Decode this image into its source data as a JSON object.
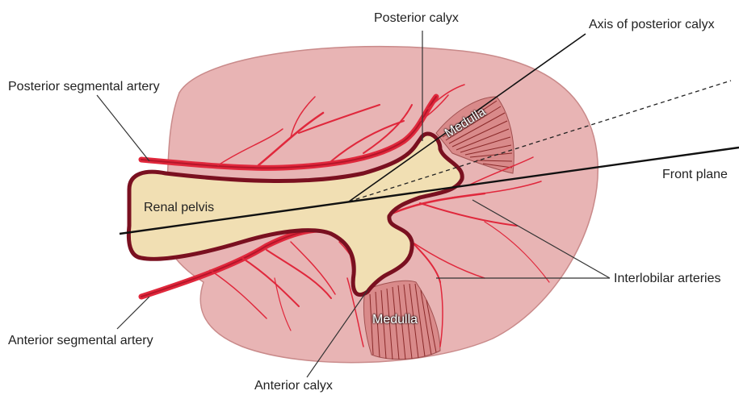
{
  "labels": {
    "posterior_calyx": "Posterior calyx",
    "axis_of_posterior_calyx": "Axis of posterior calyx",
    "posterior_segmental_artery": "Posterior segmental artery",
    "front_plane": "Front plane",
    "renal_pelvis": "Renal pelvis",
    "interlobilar_arteries": "Interlobilar arteries",
    "anterior_segmental_artery": "Anterior segmental artery",
    "anterior_calyx": "Anterior calyx",
    "medulla_posterior": "Medulla",
    "medulla_anterior": "Medulla"
  },
  "colors": {
    "kidney_fill": "#e8b4b4",
    "kidney_outline": "#c98a8a",
    "pelvis_fill": "#f1dfb3",
    "pelvis_outline": "#7a1020",
    "artery": "#e0283c",
    "artery_dark": "#b5162a",
    "medulla_fill": "#d98a8a",
    "medulla_stripes": "#8a2a2a",
    "pointer_line": "#333333"
  }
}
